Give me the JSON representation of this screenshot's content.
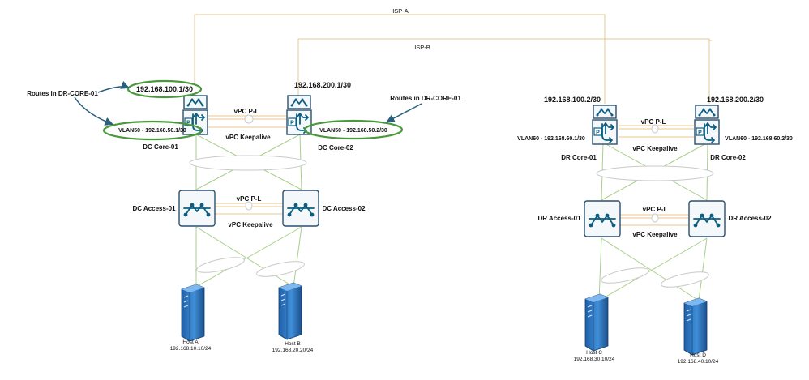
{
  "isp": {
    "a": "ISP-A",
    "b": "ISP-B"
  },
  "callouts": {
    "left": "Routes in DR-CORE-01",
    "right": "Routes in DR-CORE-01"
  },
  "dc": {
    "core1": {
      "name": "DC Core-01",
      "ip_top": "192.168.100.1/30",
      "vlan": "VLAN50 - 192.168.50.1/30"
    },
    "core2": {
      "name": "DC Core-02",
      "ip_top": "192.168.200.1/30",
      "vlan": "VLAN50 - 192.168.50.2/30"
    },
    "core_vpc_pl": "vPC P-L",
    "core_keepalive": "vPC Keepalive",
    "access1": {
      "name": "DC Access-01"
    },
    "access2": {
      "name": "DC Access-02"
    },
    "access_vpc_pl": "vPC P-L",
    "access_keepalive": "vPC Keepalive",
    "hostA": {
      "name": "Host A",
      "ip": "192.168.10.10/24"
    },
    "hostB": {
      "name": "Host B",
      "ip": "192.168.20.20/24"
    }
  },
  "dr": {
    "core1": {
      "name": "DR Core-01",
      "ip_top": "192.168.100.2/30",
      "vlan": "VLAN60 - 192.168.60.1/30"
    },
    "core2": {
      "name": "DR Core-02",
      "ip_top": "192.168.200.2/30",
      "vlan": "VLAN60 - 192.168.60.2/30"
    },
    "core_vpc_pl": "vPC P-L",
    "core_keepalive": "vPC Keepalive",
    "access1": {
      "name": "DR Access-01"
    },
    "access2": {
      "name": "DR Access-02"
    },
    "access_vpc_pl": "vPC P-L",
    "access_keepalive": "vPC Keepalive",
    "hostC": {
      "name": "Host C",
      "ip": "192.168.30.10/24"
    },
    "hostD": {
      "name": "Host D",
      "ip": "192.168.40.10/24"
    }
  },
  "colors": {
    "icon": "#0b5e80",
    "link_green": "#a9cf8a",
    "link_gold": "#e8c98b",
    "highlight": "#4a9a3b"
  }
}
